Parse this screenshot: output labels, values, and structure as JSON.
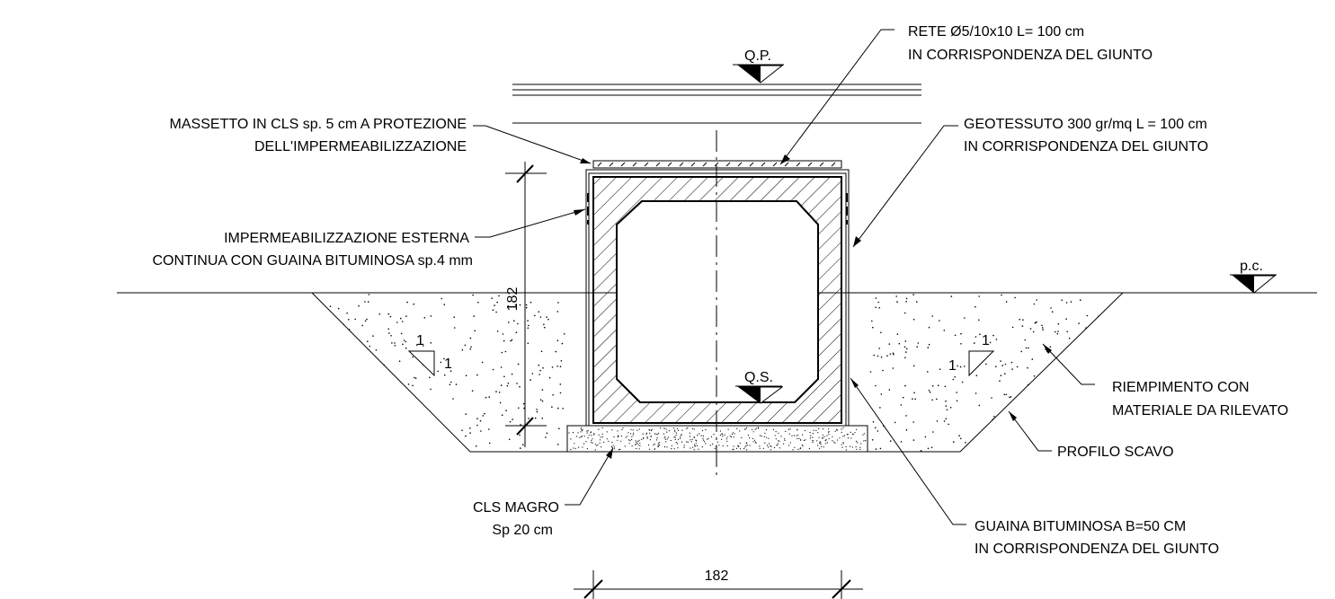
{
  "labels": {
    "rete_1": "RETE Ø5/10x10 L= 100 cm",
    "rete_2": "IN CORRISPONDENZA DEL GIUNTO",
    "qp": "Q.P.",
    "massetto_1": "MASSETTO IN CLS sp. 5 cm A PROTEZIONE",
    "massetto_2": "DELL'IMPERMEABILIZZAZIONE",
    "geotessuto_1": "GEOTESSUTO 300 gr/mq L = 100 cm",
    "geotessuto_2": "IN CORRISPONDENZA DEL GIUNTO",
    "impermeab_1": "IMPERMEABILIZZAZIONE ESTERNA",
    "impermeab_2": "CONTINUA CON GUAINA BITUMINOSA sp.4 mm",
    "pc": "p.c.",
    "qs": "Q.S.",
    "riempimento_1": "RIEMPIMENTO CON",
    "riempimento_2": "MATERIALE DA RILEVATO",
    "profilo": "PROFILO SCAVO",
    "cls_1": "CLS MAGRO",
    "cls_2": "Sp 20 cm",
    "guaina_1": "GUAINA BITUMINOSA B=50 CM",
    "guaina_2": "IN CORRISPONDENZA DEL GIUNTO"
  },
  "dimensions": {
    "height": "182",
    "width": "182"
  },
  "slopes": {
    "left_v": "1",
    "left_h": "1",
    "right_v": "1",
    "right_h": "1"
  }
}
